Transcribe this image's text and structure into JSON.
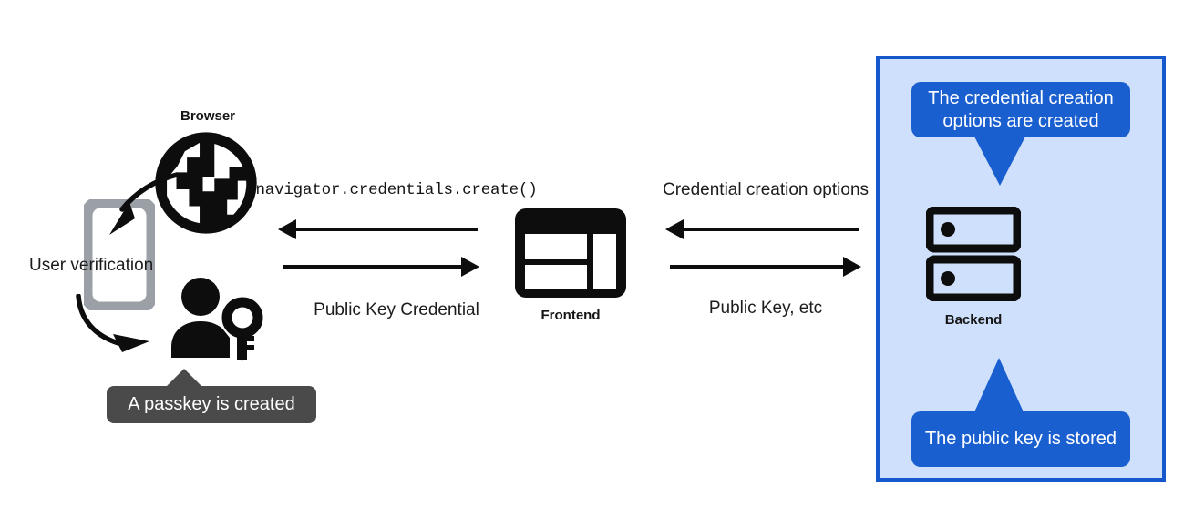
{
  "diagram": {
    "title": "WebAuthn passkey registration flow",
    "colors": {
      "panel_fill": "#cfe0fc",
      "panel_border": "#1558cc",
      "callout_blue": "#1a5fcf",
      "callout_dark": "#4a4a4a",
      "icon_black": "#0d0d0d",
      "phone_gray": "#9aa0a6"
    }
  },
  "nodes": {
    "browser_label": "Browser",
    "frontend_label": "Frontend",
    "backend_label": "Backend"
  },
  "annotations": {
    "user_verification": "User verification",
    "passkey_created": "A passkey is created",
    "credential_options_created": "The credential creation options are created",
    "public_key_stored": "The public key is stored"
  },
  "arrows": {
    "browser_frontend": {
      "top_label": "navigator.credentials.create()",
      "bottom_label": "Public Key Credential",
      "top_direction": "left",
      "bottom_direction": "right"
    },
    "frontend_backend": {
      "top_label": "Credential creation options",
      "bottom_label": "Public Key, etc",
      "top_direction": "left",
      "bottom_direction": "right"
    }
  },
  "icons": {
    "browser": "globe-icon",
    "phone": "mobile-phone-icon",
    "user_key": "person-with-key-icon",
    "frontend": "web-layout-icon",
    "backend": "server-stack-icon",
    "curve_to_phone": "curved-arrow-icon",
    "curve_to_user": "curved-arrow-icon"
  }
}
